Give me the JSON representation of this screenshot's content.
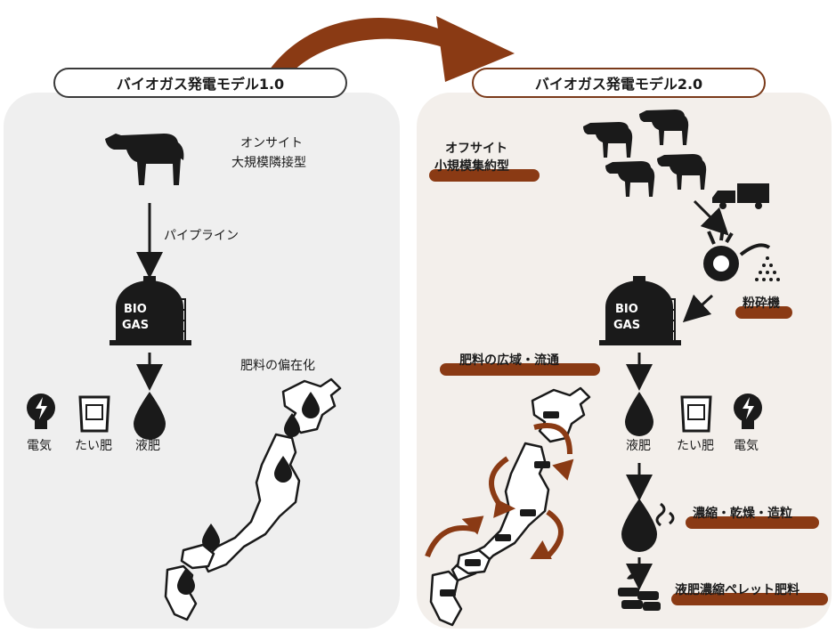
{
  "model_v1": {
    "title": "バイオガス発電モデル1.0",
    "type_line1": "オンサイト",
    "type_line2": "大規模隣接型",
    "pipeline": "パイプライン",
    "tank_line1": "BIO",
    "tank_line2": "GAS",
    "electricity": "電気",
    "compost": "たい肥",
    "liquid_fertilizer": "液肥",
    "uneven": "肥料の偏在化"
  },
  "model_v2": {
    "title": "バイオガス発電モデル2.0",
    "type_line1": "オフサイト",
    "type_line2": "小規模集約型",
    "crusher": "粉砕機",
    "tank_line1": "BIO",
    "tank_line2": "GAS",
    "distribution": "肥料の広域・流通",
    "liquid_fertilizer": "液肥",
    "compost": "たい肥",
    "electricity": "電気",
    "process": "濃縮・乾燥・造粒",
    "pellet": "液肥濃縮ペレット肥料"
  },
  "colors": {
    "accent": "#8a3a14",
    "dark": "#1a1a1a",
    "panel_left": "#efefef",
    "panel_right": "#f3efeb"
  }
}
